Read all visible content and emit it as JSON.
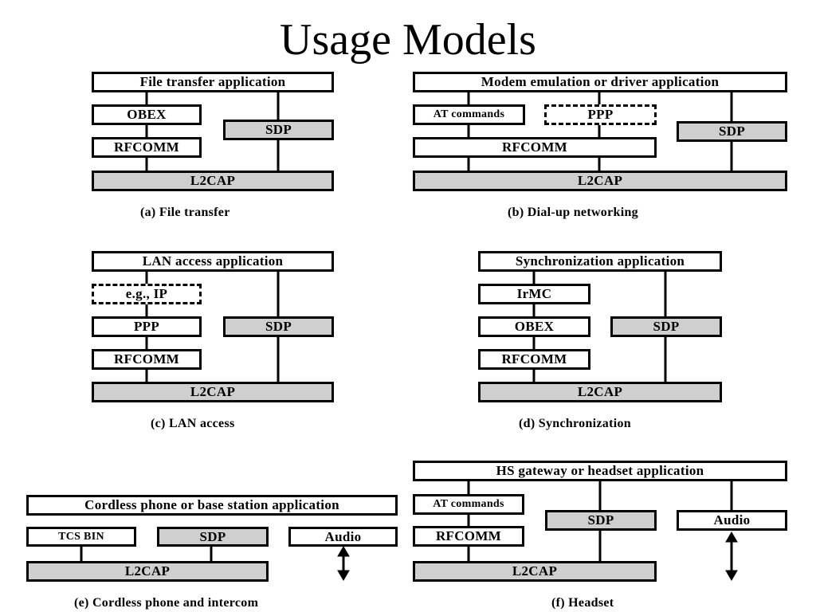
{
  "title": "Usage Models",
  "colors": {
    "stroke": "#000000",
    "shaded": "#cfcfcf",
    "box": "#ffffff"
  },
  "diagrams": {
    "a": {
      "app": "File transfer application",
      "obex": "OBEX",
      "rfcomm": "RFCOMM",
      "sdp": "SDP",
      "l2cap": "L2CAP",
      "caption": "(a) File transfer"
    },
    "b": {
      "app": "Modem emulation or driver application",
      "at": "AT commands",
      "ppp": "PPP",
      "rfcomm": "RFCOMM",
      "sdp": "SDP",
      "l2cap": "L2CAP",
      "caption": "(b) Dial-up networking"
    },
    "c": {
      "app": "LAN access application",
      "ip": "e.g., IP",
      "ppp": "PPP",
      "rfcomm": "RFCOMM",
      "sdp": "SDP",
      "l2cap": "L2CAP",
      "caption": "(c) LAN access"
    },
    "d": {
      "app": "Synchronization application",
      "irmc": "IrMC",
      "obex": "OBEX",
      "rfcomm": "RFCOMM",
      "sdp": "SDP",
      "l2cap": "L2CAP",
      "caption": "(d) Synchronization"
    },
    "e": {
      "app": "Cordless phone or base station application",
      "tcs": "TCS BIN",
      "sdp": "SDP",
      "audio": "Audio",
      "l2cap": "L2CAP",
      "caption": "(e) Cordless phone and intercom"
    },
    "f": {
      "app": "HS gateway or headset application",
      "at": "AT commands",
      "rfcomm": "RFCOMM",
      "sdp": "SDP",
      "audio": "Audio",
      "l2cap": "L2CAP",
      "caption": "(f) Headset"
    }
  }
}
